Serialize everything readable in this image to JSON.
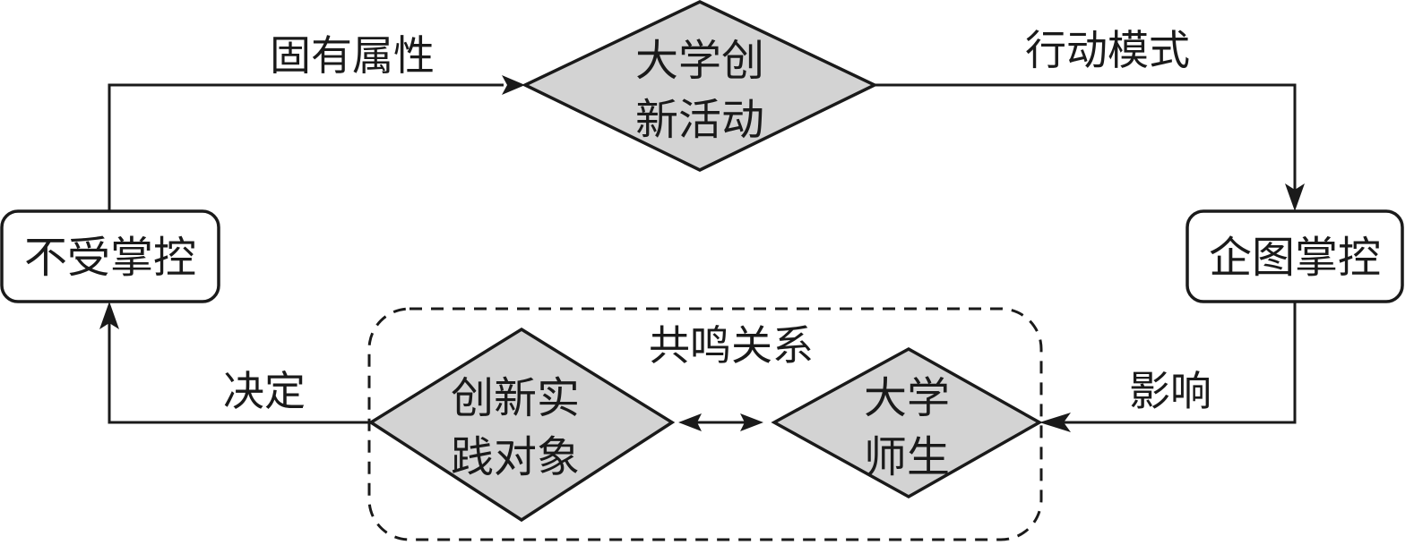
{
  "diagram": {
    "nodes": {
      "university_innovation_activity": {
        "lines": [
          "大学创",
          "新活动"
        ],
        "shape": "diamond",
        "fill": "#d3d3d3"
      },
      "attempt_control": {
        "label": "企图掌控",
        "shape": "rounded-rect"
      },
      "beyond_control": {
        "label": "不受掌控",
        "shape": "rounded-rect"
      },
      "innovation_practice_objects": {
        "lines": [
          "创新实",
          "践对象"
        ],
        "shape": "diamond",
        "fill": "#d3d3d3"
      },
      "university_faculty_students": {
        "lines": [
          "大学",
          "师生"
        ],
        "shape": "diamond",
        "fill": "#d3d3d3"
      }
    },
    "group": {
      "label": "共鸣关系",
      "style": "dashed"
    },
    "edges": [
      {
        "from": "beyond_control",
        "to": "university_innovation_activity",
        "label": "固有属性"
      },
      {
        "from": "university_innovation_activity",
        "to": "attempt_control",
        "label": "行动模式"
      },
      {
        "from": "attempt_control",
        "to": "university_faculty_students",
        "label": "影响"
      },
      {
        "from": "innovation_practice_objects",
        "to": "beyond_control",
        "label": "决定"
      },
      {
        "from": "innovation_practice_objects",
        "to": "university_faculty_students",
        "label": "",
        "bidirectional": true
      }
    ]
  }
}
